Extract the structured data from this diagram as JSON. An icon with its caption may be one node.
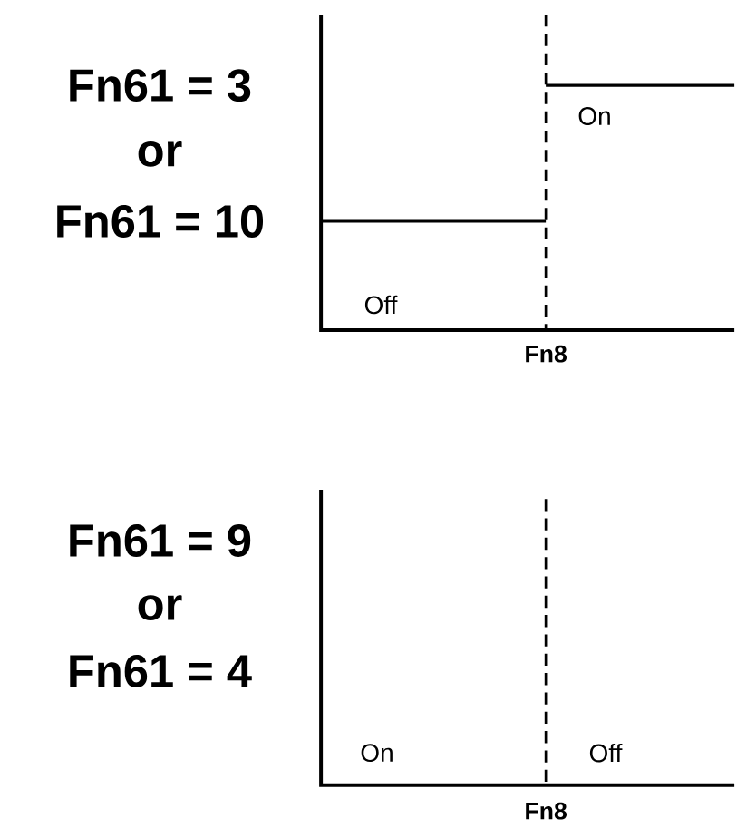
{
  "diagram": {
    "labels": [
      "Fn61 = 3",
      "or",
      "Fn61 = 10",
      "On",
      "Off",
      "Fn8",
      "Fn61 = 9",
      "or",
      "Fn61 = 4",
      "On",
      "Off",
      "Fn8"
    ]
  }
}
